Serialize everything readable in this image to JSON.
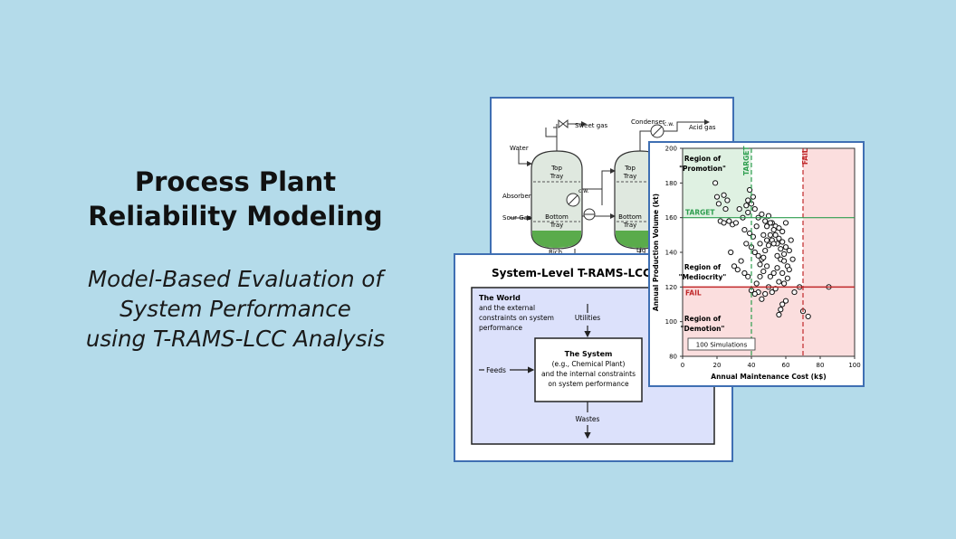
{
  "slide": {
    "title_line1": "Process Plant",
    "title_line2": "Reliability Modeling",
    "subtitle_line1": "Model-Based Evaluation of",
    "subtitle_line2": "System Performance",
    "subtitle_line3": "using T-RAMS-LCC Analysis"
  },
  "process_diagram": {
    "sweet_gas": "Sweet gas",
    "water": "Water",
    "absorber": "Absorber",
    "sour_gas": "Sour Gas",
    "rich": "Rich",
    "condenser": "Condenser",
    "acid_gas": "Acid gas",
    "cw1": "c.w.",
    "cw2": "c.w.",
    "lig": "Lig",
    "top1": "Top",
    "tray1": "Tray",
    "bottom1": "Bottom",
    "tray2": "Tray",
    "top2": "Top",
    "tray3": "Tray",
    "bottom2": "Bottom",
    "tray4": "Tray"
  },
  "trams_diagram": {
    "title": "System-Level T-RAMS-LCC Ar",
    "world_title": "The World",
    "world_line1": "and the external",
    "world_line2": "constraints on system",
    "world_line3": "performance",
    "utilities": "Utilities",
    "system_title": "The System",
    "system_line1": "(e.g., Chemical Plant)",
    "system_line2": "and the internal constraints",
    "system_line3": "on system performance",
    "feeds": "Feeds",
    "wastes": "Wastes"
  },
  "chart_data": {
    "type": "scatter",
    "xlabel": "Annual Maintenance Cost (k$)",
    "ylabel": "Annual Production Volume (kt)",
    "xlim": [
      0,
      100
    ],
    "ylim": [
      80,
      200
    ],
    "xticks": [
      0,
      20,
      40,
      60,
      80,
      100
    ],
    "yticks": [
      80,
      100,
      120,
      140,
      160,
      180,
      200
    ],
    "grid": false,
    "colors": {
      "green": "#2e9e4f",
      "red": "#c0282a",
      "green_fill": "#dff1e2",
      "red_fill": "#fbdede"
    },
    "thresholds": {
      "target_cost": 40,
      "fail_cost": 70,
      "target_volume": 160,
      "fail_volume": 120,
      "target_label": "TARGET",
      "fail_label": "FAIL"
    },
    "regions": {
      "promotion_line1": "Region of",
      "promotion_line2": "\"Promotion\"",
      "mediocrity_line1": "Region of",
      "mediocrity_line2": "\"Mediocrity\"",
      "demotion_line1": "Region of",
      "demotion_line2": "\"Demotion\""
    },
    "simulations_label": "100 Simulations",
    "points": [
      [
        19,
        180
      ],
      [
        20,
        172
      ],
      [
        21,
        168
      ],
      [
        24,
        173
      ],
      [
        25,
        165
      ],
      [
        26,
        170
      ],
      [
        22,
        158
      ],
      [
        24,
        157
      ],
      [
        27,
        158
      ],
      [
        29,
        156
      ],
      [
        31,
        157
      ],
      [
        33,
        165
      ],
      [
        35,
        160
      ],
      [
        37,
        167
      ],
      [
        38,
        163
      ],
      [
        38,
        170
      ],
      [
        39,
        176
      ],
      [
        41,
        172
      ],
      [
        40,
        168
      ],
      [
        42,
        165
      ],
      [
        36,
        153
      ],
      [
        39,
        151
      ],
      [
        41,
        149
      ],
      [
        43,
        155
      ],
      [
        44,
        160
      ],
      [
        46,
        162
      ],
      [
        48,
        158
      ],
      [
        50,
        161
      ],
      [
        52,
        157
      ],
      [
        54,
        155
      ],
      [
        56,
        154
      ],
      [
        37,
        145
      ],
      [
        40,
        143
      ],
      [
        42,
        140
      ],
      [
        44,
        138
      ],
      [
        46,
        136
      ],
      [
        48,
        141
      ],
      [
        50,
        144
      ],
      [
        52,
        147
      ],
      [
        54,
        150
      ],
      [
        56,
        148
      ],
      [
        58,
        146
      ],
      [
        60,
        143
      ],
      [
        62,
        141
      ],
      [
        64,
        136
      ],
      [
        63,
        147
      ],
      [
        59,
        139
      ],
      [
        57,
        136
      ],
      [
        55,
        131
      ],
      [
        53,
        128
      ],
      [
        51,
        126
      ],
      [
        49,
        132
      ],
      [
        47,
        129
      ],
      [
        45,
        126
      ],
      [
        43,
        122
      ],
      [
        45,
        133
      ],
      [
        47,
        137
      ],
      [
        49,
        147
      ],
      [
        51,
        150
      ],
      [
        53,
        153
      ],
      [
        55,
        145
      ],
      [
        57,
        142
      ],
      [
        59,
        135
      ],
      [
        61,
        132
      ],
      [
        58,
        128
      ],
      [
        56,
        123
      ],
      [
        54,
        119
      ],
      [
        52,
        117
      ],
      [
        50,
        120
      ],
      [
        48,
        116
      ],
      [
        46,
        113
      ],
      [
        44,
        117
      ],
      [
        42,
        116
      ],
      [
        40,
        118
      ],
      [
        58,
        110
      ],
      [
        60,
        112
      ],
      [
        57,
        107
      ],
      [
        56,
        104
      ],
      [
        65,
        117
      ],
      [
        68,
        120
      ],
      [
        70,
        106
      ],
      [
        73,
        103
      ],
      [
        85,
        120
      ],
      [
        34,
        135
      ],
      [
        32,
        130
      ],
      [
        30,
        132
      ],
      [
        28,
        140
      ],
      [
        36,
        128
      ],
      [
        38,
        126
      ],
      [
        45,
        145
      ],
      [
        47,
        150
      ],
      [
        49,
        155
      ],
      [
        51,
        157
      ],
      [
        53,
        145
      ],
      [
        55,
        138
      ],
      [
        58,
        152
      ],
      [
        60,
        157
      ],
      [
        61,
        125
      ],
      [
        59,
        122
      ],
      [
        62,
        130
      ]
    ]
  }
}
